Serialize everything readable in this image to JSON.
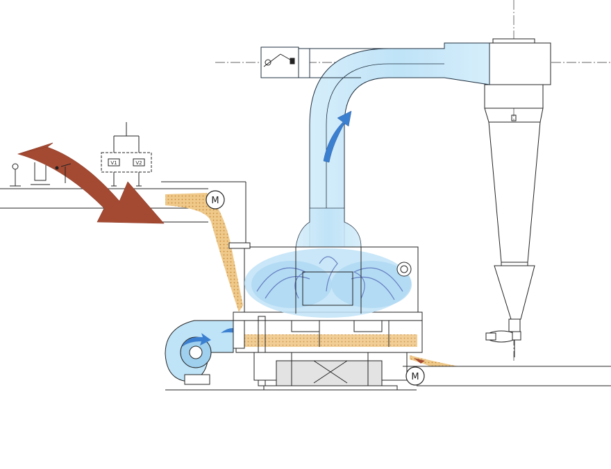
{
  "labels": {
    "motor_top": "M",
    "motor_bottom": "M",
    "valve_1": "V1",
    "valve_2": "V2"
  },
  "colors": {
    "line": "#222222",
    "air": "#bfe3f7",
    "air_dark": "#3b7fd0",
    "material": "#e9b86a",
    "feed_arrow": "#a54a32"
  }
}
